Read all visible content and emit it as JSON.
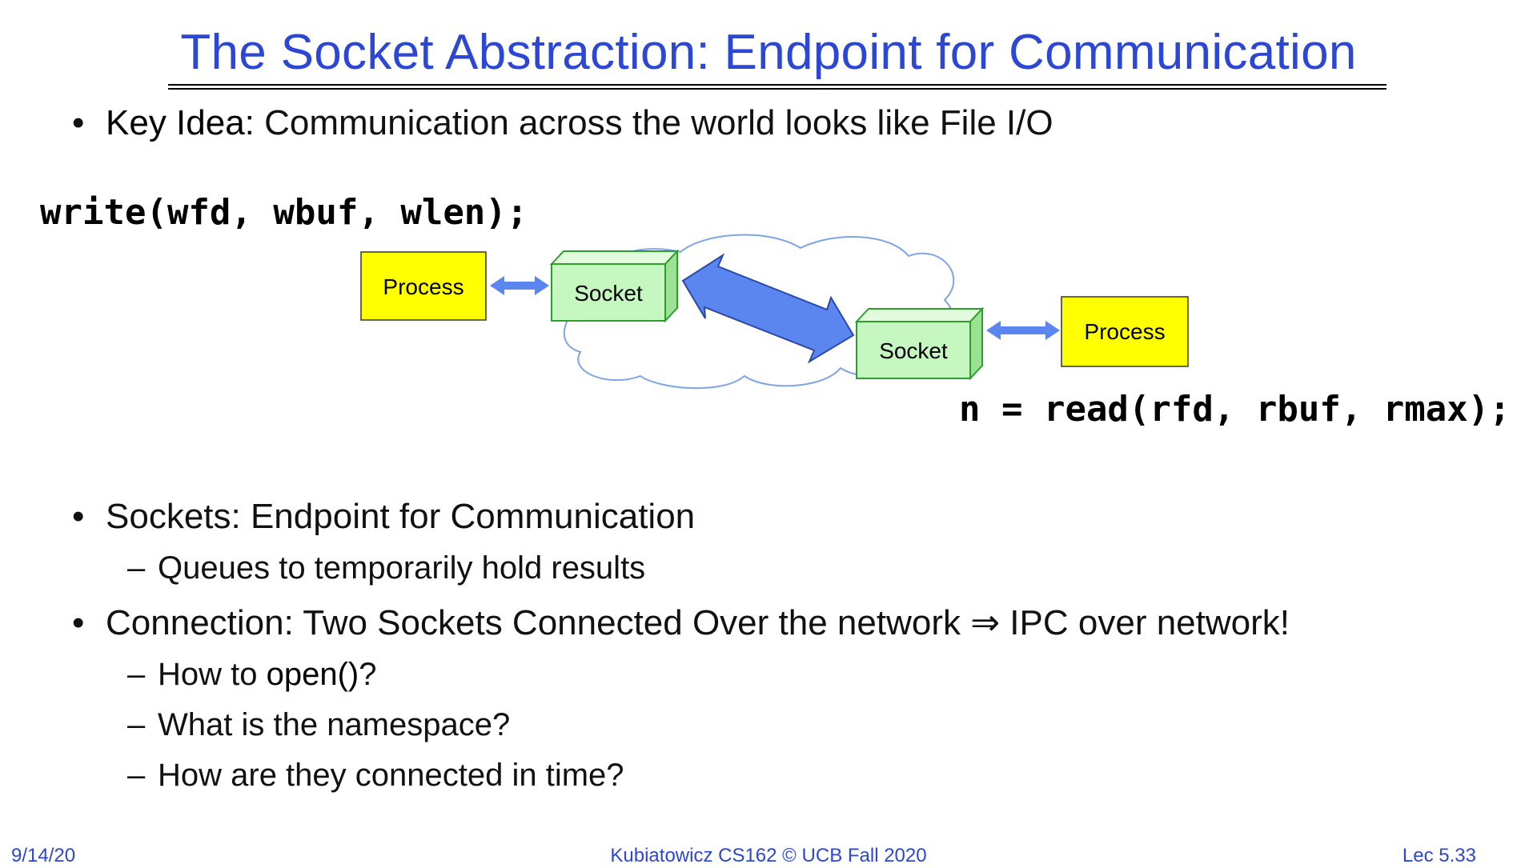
{
  "slide": {
    "title": "The Socket Abstraction: Endpoint for Communication",
    "key_idea_label": "Key Idea:",
    "key_idea_text": " Communication across the world looks like File I/O",
    "code_write": "write(wfd, wbuf, wlen);",
    "code_read": "n = read(rfd, rbuf, rmax);",
    "diagram": {
      "process_left": "Process",
      "socket_left": "Socket",
      "socket_right": "Socket",
      "process_right": "Process"
    },
    "bullets": {
      "sockets": "Sockets: Endpoint for Communication",
      "sockets_sub": "Queues to temporarily hold results",
      "connection": "Connection: Two Sockets Connected Over the network ⇒ IPC over network!",
      "sub_open_prefix": "How to ",
      "sub_open_code": "open()",
      "sub_open_suffix": "?",
      "sub_namespace": "What is the namespace?",
      "sub_time": "How are they connected in time?"
    },
    "footer": {
      "date": "9/14/20",
      "center": "Kubiatowicz CS162 © UCB Fall 2020",
      "lecture": "Lec 5.33"
    },
    "colors": {
      "title": "#2c47d6",
      "process_fill": "#ffff00",
      "socket_fill": "#c6f7c0",
      "socket_stroke": "#2aa02a",
      "arrow_fill": "#5b86f0",
      "cloud_stroke": "#7ea4e4"
    }
  }
}
